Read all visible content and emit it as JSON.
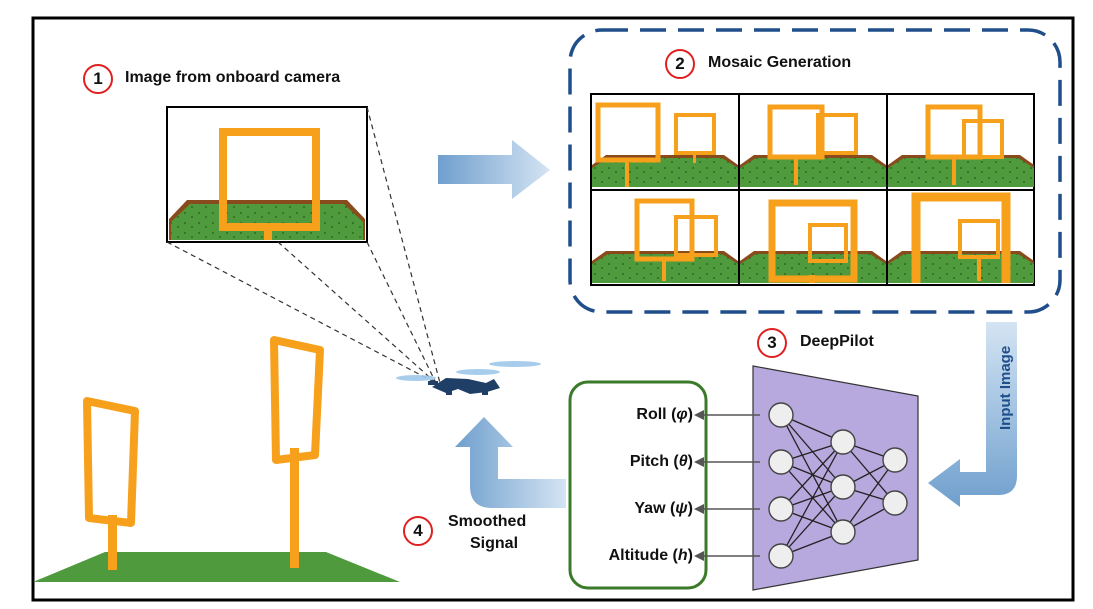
{
  "steps": [
    {
      "number": "1",
      "label": "Image from onboard camera"
    },
    {
      "number": "2",
      "label": "Mosaic Generation"
    },
    {
      "number": "3",
      "label": "DeepPilot"
    },
    {
      "number": "4",
      "label_line1": "Smoothed",
      "label_line2": "Signal"
    }
  ],
  "input_label": "Input Image",
  "outputs": [
    {
      "name": "Roll",
      "symbol": "φ"
    },
    {
      "name": "Pitch",
      "symbol": "θ"
    },
    {
      "name": "Yaw",
      "symbol": "ψ"
    },
    {
      "name": "Altitude",
      "symbol": "h"
    }
  ],
  "colors": {
    "gate": "#f7a01c",
    "grass": "#4f9a3c",
    "soil": "#8a4b1c",
    "mosaic_border": "#1f4e8a",
    "network_fill": "#b7a8dd",
    "output_box": "#3a7a2a",
    "arrow": "#9fc0e0",
    "step_circle": "#e02020"
  }
}
